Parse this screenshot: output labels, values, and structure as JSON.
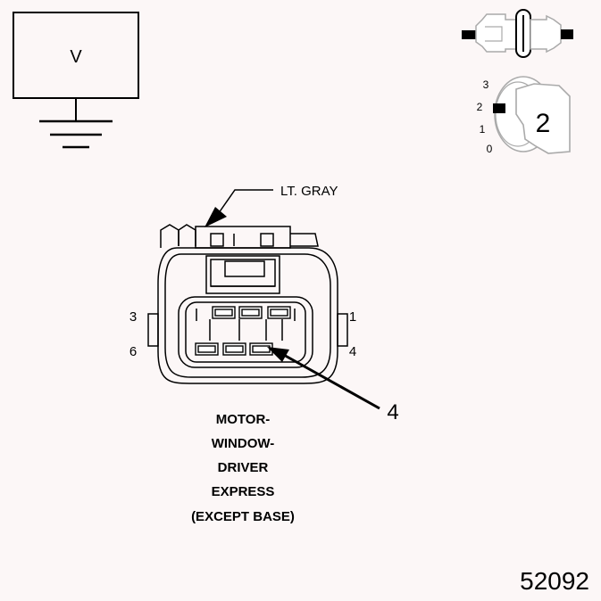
{
  "meter": {
    "symbol": "V"
  },
  "connector": {
    "color_label": "LT. GRAY",
    "pin_labels": {
      "top_left": "3",
      "top_right": "1",
      "bottom_left": "6",
      "bottom_right": "4"
    },
    "callout_number": "4",
    "name_lines": [
      "MOTOR-",
      "WINDOW-",
      "DRIVER",
      "EXPRESS",
      "(EXCEPT BASE)"
    ]
  },
  "selector_knob": {
    "positions": [
      "3",
      "2",
      "1",
      "0"
    ],
    "setting": "2"
  },
  "figure_number": "52092"
}
